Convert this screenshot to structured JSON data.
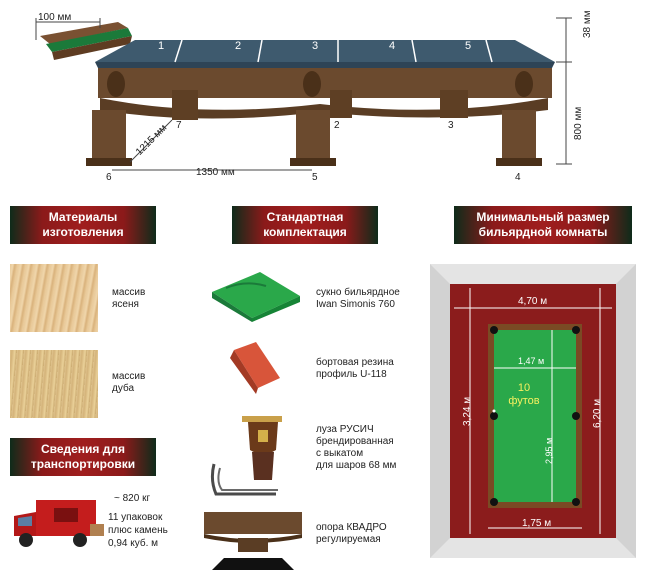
{
  "table_diagram": {
    "rail_width": "100 мм",
    "surface_thickness": "38 мм",
    "table_height": "800 мм",
    "depth": "1215 мм",
    "length": "1350 мм",
    "slate_numbers": [
      "1",
      "2",
      "3",
      "4",
      "5"
    ],
    "leg_numbers": [
      "7",
      "2",
      "3",
      "6",
      "5",
      "4"
    ]
  },
  "materials": {
    "header_line1": "Материалы",
    "header_line2": "изготовления",
    "items": [
      {
        "line1": "массив",
        "line2": "ясеня"
      },
      {
        "line1": "массив",
        "line2": "дуба"
      }
    ]
  },
  "transport": {
    "header_line1": "Сведения для",
    "header_line2": "транспортировки",
    "weight": "~ 820 кг",
    "packages_line1": "11 упаковок",
    "packages_line2": "плюс камень",
    "volume": "0,94 куб. м"
  },
  "kit": {
    "header_line1": "Стандартная",
    "header_line2": "комплектация",
    "items": [
      {
        "lines": [
          "сукно бильярдное",
          "Iwan Simonis 760"
        ]
      },
      {
        "lines": [
          "бортовая резина",
          "профиль U-118"
        ]
      },
      {
        "lines": [
          "луза РУСИЧ",
          "брендированная",
          "с выкатом",
          "для шаров 68 мм"
        ]
      },
      {
        "lines": [
          "опора КВАДРО",
          "регулируемая"
        ]
      }
    ]
  },
  "room": {
    "header_line1": "Минимальный размер",
    "header_line2": "бильярдной комнаты",
    "room_width": "4,70 м",
    "room_length": "6,20 м",
    "room_side": "3,24 м",
    "table_outer_width": "1,75 м",
    "play_width": "1,47 м",
    "play_length": "2,95 м",
    "size_value": "10",
    "size_unit": "футов"
  },
  "colors": {
    "felt": "#2aa84a",
    "carpet": "#8b1c1c",
    "cushion_green": "#1b7a3a",
    "wood": "#6b4a2e",
    "slate": "#3e5a6e"
  }
}
